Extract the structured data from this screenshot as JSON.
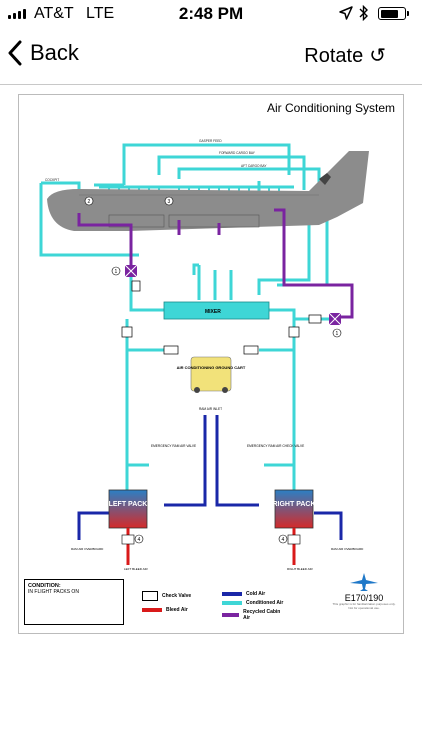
{
  "status_bar": {
    "carrier": "AT&T",
    "network": "LTE",
    "time": "2:48 PM",
    "location_icon": "location-arrow-icon",
    "bluetooth_icon": "bluetooth-icon",
    "battery_level": 0.85
  },
  "nav": {
    "back_label": "Back",
    "rotate_label": "Rotate",
    "rotate_glyph": "↺"
  },
  "diagram": {
    "title": "Air Conditioning System",
    "mixer_label": "MIXER",
    "ground_cart_label": "AIR CONDITIONING GROUND CART",
    "left_pack_label": "LEFT PACK",
    "right_pack_label": "RIGHT PACK",
    "ram_air_inlet_label": "RAM AIR INLET",
    "emergency_valve_left": "EMERGENCY RAM AIR VALVE",
    "emergency_valve_right": "EMERGENCY RAM AIR CHECK VALVE",
    "ram_air_overboard": "RAM AIR OVERBOARD",
    "left_bleed": "LEFT BLEED AIR",
    "right_bleed": "RIGHT BLEED AIR",
    "duct_labels": [
      "GASPER FEED",
      "FORWARD CARGO BAY",
      "AFT CARGO BAY"
    ],
    "cockpit_label": "COCKPIT",
    "num_1": "1",
    "num_2": "2",
    "num_3": "3",
    "num_4": "4",
    "colors": {
      "cold_air": "#1a27a8",
      "conditioned_air": "#3ed6d6",
      "recycled_air": "#7a24a0",
      "bleed_air": "#d91a1a",
      "fuselage": "#8c8c8c"
    }
  },
  "legend": {
    "condition_title": "CONDITION:",
    "condition_text": "IN FLIGHT PACKS ON",
    "check_valve": "Check Valve",
    "bleed_air": "Bleed Air",
    "cold_air": "Cold Air",
    "conditioned_air": "Conditioned Air",
    "recycled_cabin_air": "Recycled Cabin Air",
    "logo_text": "E170/190",
    "fine_print": "This graphic is for familiarization purposes only. Not for operational use."
  }
}
